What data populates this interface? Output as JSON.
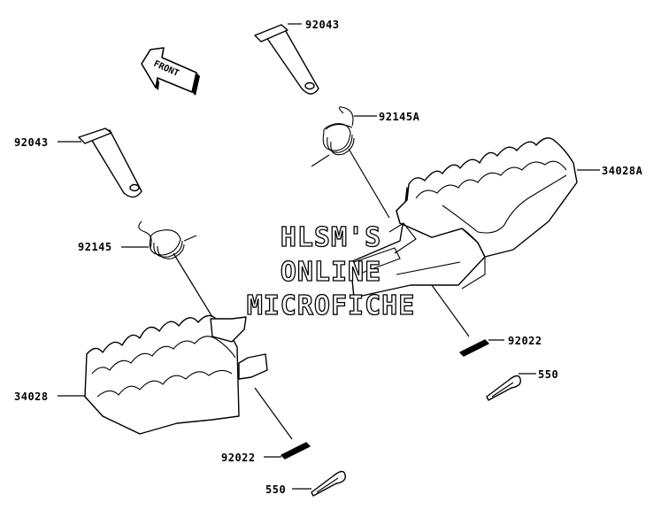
{
  "labels": {
    "pin_top": "92043",
    "pin_left": "92043",
    "spring_right": "92145A",
    "spring_left": "92145",
    "peg_right": "34028A",
    "peg_left": "34028",
    "washer_right": "92022",
    "washer_left": "92022",
    "cotter_right": "550",
    "cotter_left": "550"
  },
  "front_arrow": "FRONT",
  "watermark": {
    "line1": "HLSM'S",
    "line2": "ONLINE",
    "line3": "MICROFICHE"
  }
}
